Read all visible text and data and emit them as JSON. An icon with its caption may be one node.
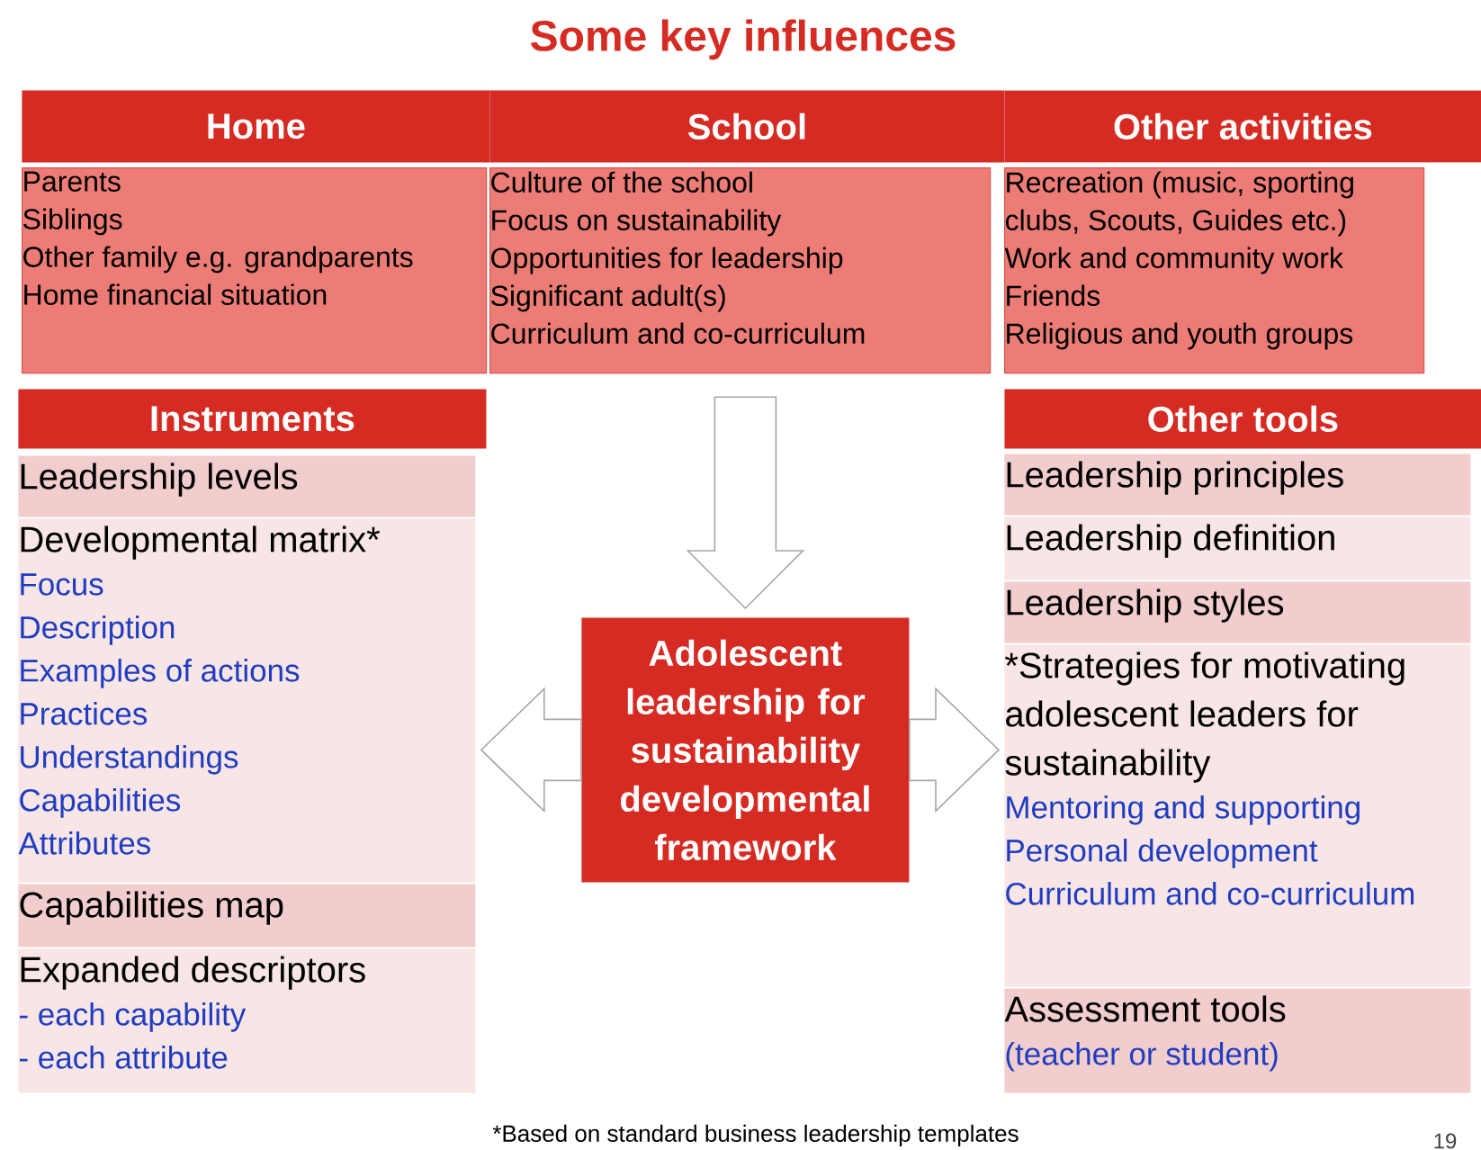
{
  "diagram": {
    "title": "Some key influences",
    "nodes": [
      {
        "text": [
          "Home"
        ]
      },
      {
        "text": [
          "School"
        ]
      },
      {
        "text": [
          "Other activities"
        ]
      },
      {
        "text": [
          "Parents",
          "Siblings",
          "Other family e.g. grandparents",
          "Home financial situation"
        ]
      },
      {
        "text": [
          "Culture of the school",
          "Focus on sustainability",
          "Opportunities for leadership",
          "Significant adult(s)",
          "Curriculum and co-curriculum"
        ]
      },
      {
        "text": [
          "Recreation (music, sporting clubs, Scouts, Guides etc.)",
          "Work and community work",
          "Friends",
          "Religious and youth groups"
        ]
      },
      {
        "text": [
          "Instruments"
        ]
      },
      {
        "text": [
          "Leadership levels"
        ]
      },
      {
        "text": [
          "Developmental matrix*",
          "Focus",
          "Description",
          "Examples of actions",
          "Practices",
          "Understandings",
          "Capabilities",
          "Attributes"
        ]
      },
      {
        "text": [
          "Capabilities map"
        ]
      },
      {
        "text": [
          "Expanded descriptors",
          "- each capability",
          "- each attribute"
        ]
      },
      {
        "text": [
          "Adolescent leadership for sustainability developmental framework"
        ]
      },
      {
        "text": [
          "Other tools"
        ]
      },
      {
        "text": [
          "Leadership principles"
        ]
      },
      {
        "text": [
          "Leadership definition"
        ]
      },
      {
        "text": [
          "Leadership styles"
        ]
      },
      {
        "text": [
          "*Strategies for motivating adolescent leaders for sustainability",
          "Mentoring and supporting",
          "Personal development",
          "Curriculum and co-curriculum"
        ]
      },
      {
        "text": [
          "Assessment tools",
          "(teacher or student)"
        ]
      }
    ],
    "edges": [
      {
        "from": 4,
        "to": 11,
        "arrow": "to"
      },
      {
        "from": 11,
        "to": 8,
        "arrow": "to"
      },
      {
        "from": 11,
        "to": 16,
        "arrow": "to"
      }
    ],
    "labels": [
      "*Based on standard business leadership templates",
      "19"
    ]
  }
}
